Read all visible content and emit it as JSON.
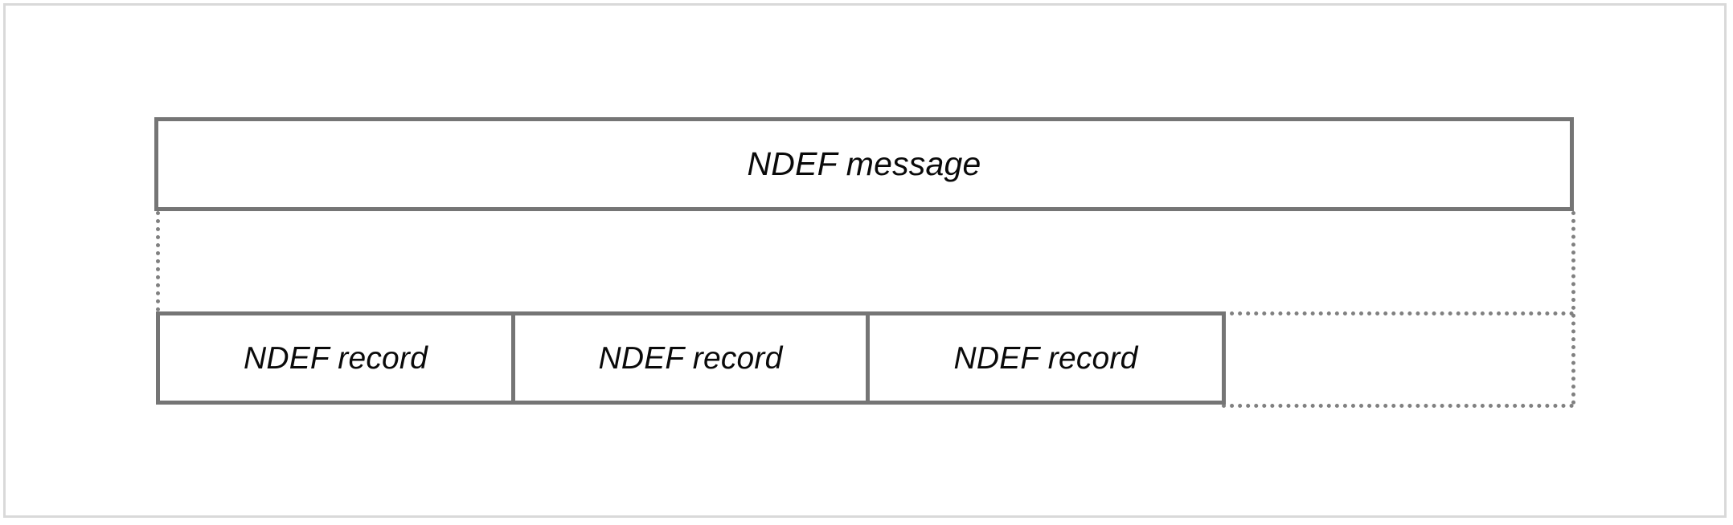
{
  "figure": {
    "kind": "block-diagram",
    "subject": "NDEF message structure",
    "frame_border_color": "#d9d9d9",
    "box_border_color": "#757575",
    "guide_line_color": "#808080",
    "text_color": "#0a0a0a",
    "background_color": "#ffffff"
  },
  "message": {
    "label": "NDEF message"
  },
  "records": [
    {
      "label": "NDEF record"
    },
    {
      "label": "NDEF record"
    },
    {
      "label": "NDEF record"
    }
  ],
  "guides": {
    "left": "dotted-vertical-continuation",
    "right": "dotted-vertical-continuation",
    "top": "dotted-horizontal-continuation",
    "bottom": "dotted-horizontal-continuation"
  }
}
